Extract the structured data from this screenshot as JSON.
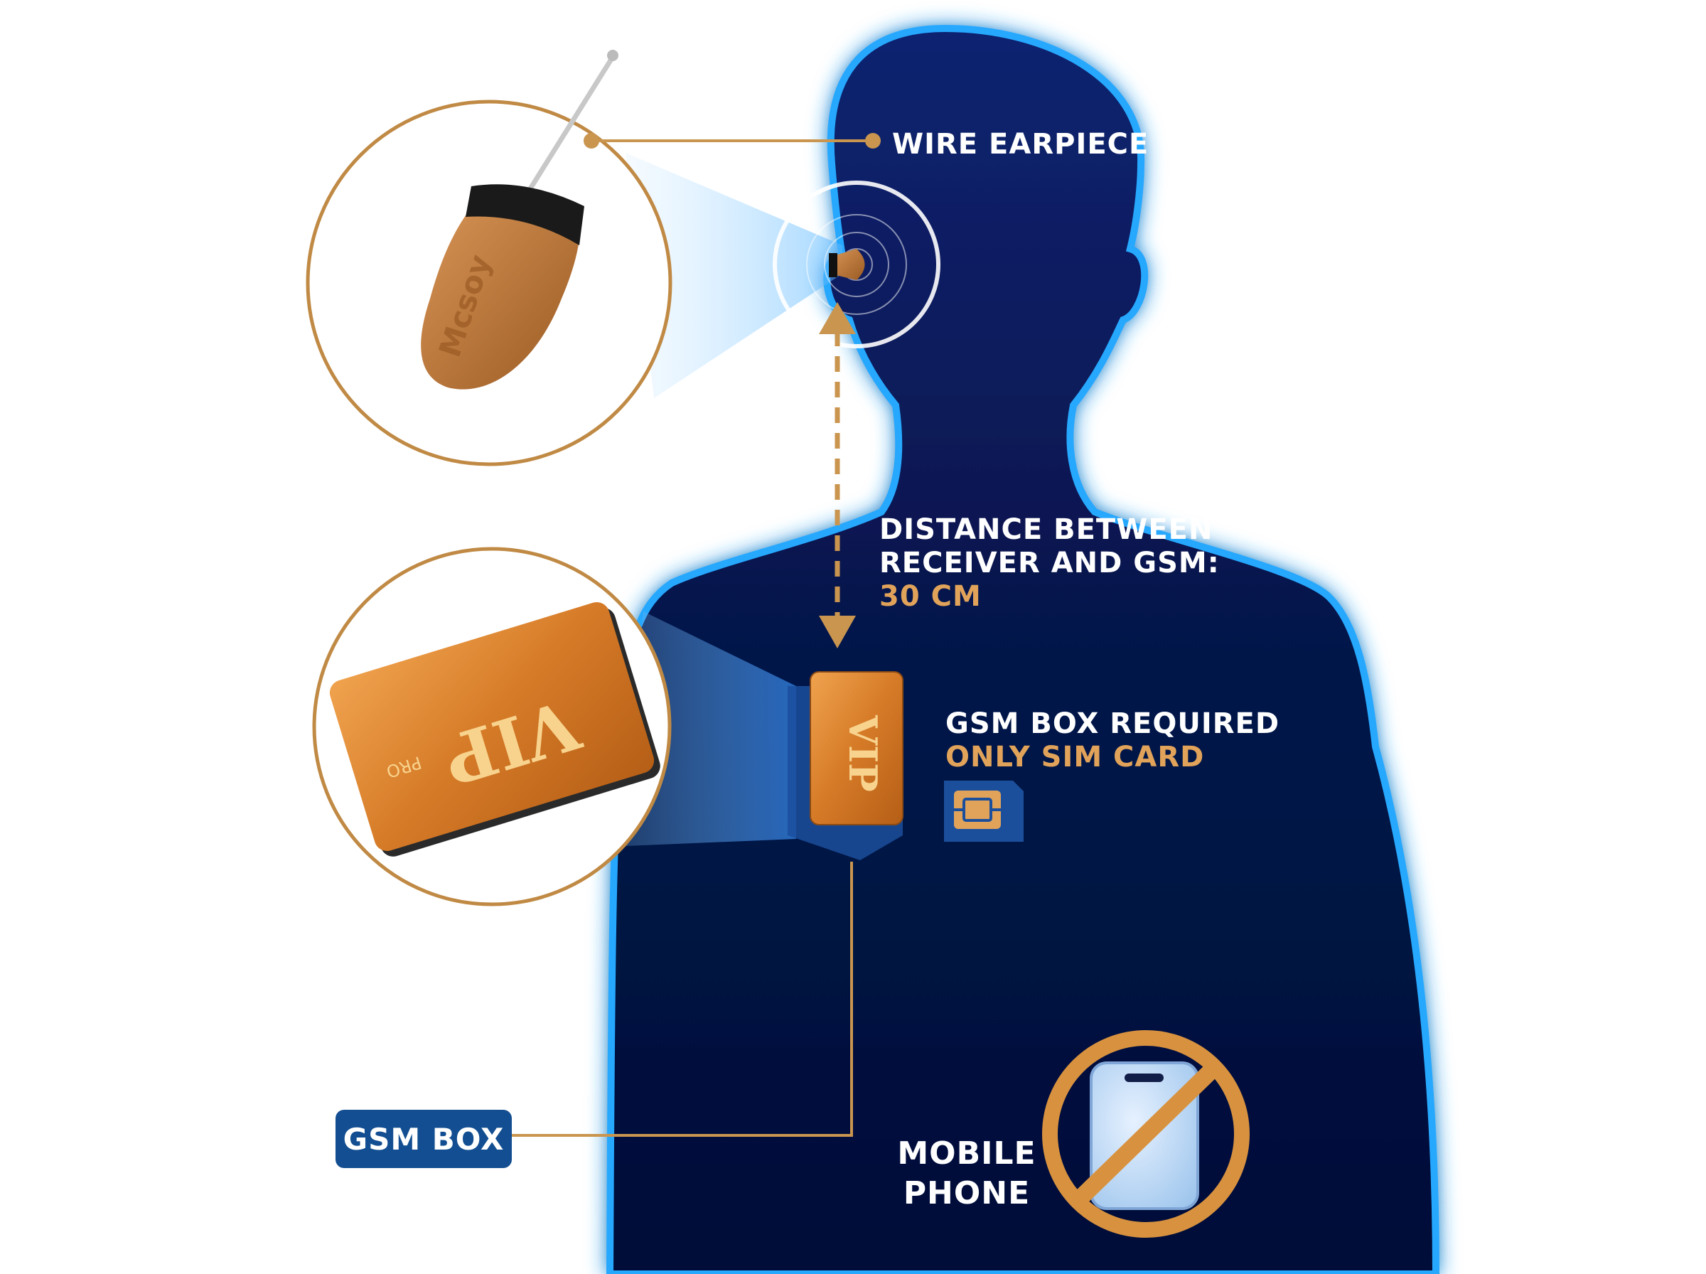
{
  "labels": {
    "wire_earpiece": "WIRE EARPIECE",
    "distance_line1": "DISTANCE BETWEEN",
    "distance_line2": "RECEIVER AND GSM:",
    "distance_value": "30 CM",
    "gsm_required": "GSM BOX REQUIRED",
    "only_sim": "ONLY SIM CARD",
    "gsm_box": "GSM BOX",
    "mobile_line1": "MOBILE",
    "mobile_line2": "PHONE"
  },
  "product": {
    "earpiece_brand": "Mcsoy",
    "card_text": "VIP",
    "card_sub": "PRO"
  },
  "colors": {
    "body": "#06154a",
    "body_glow": "#1aa0ff",
    "accent_gold": "#e1a35a",
    "line_gold": "#c9954f",
    "badge_blue": "#124e91",
    "circle_stroke": "#c08a45"
  }
}
